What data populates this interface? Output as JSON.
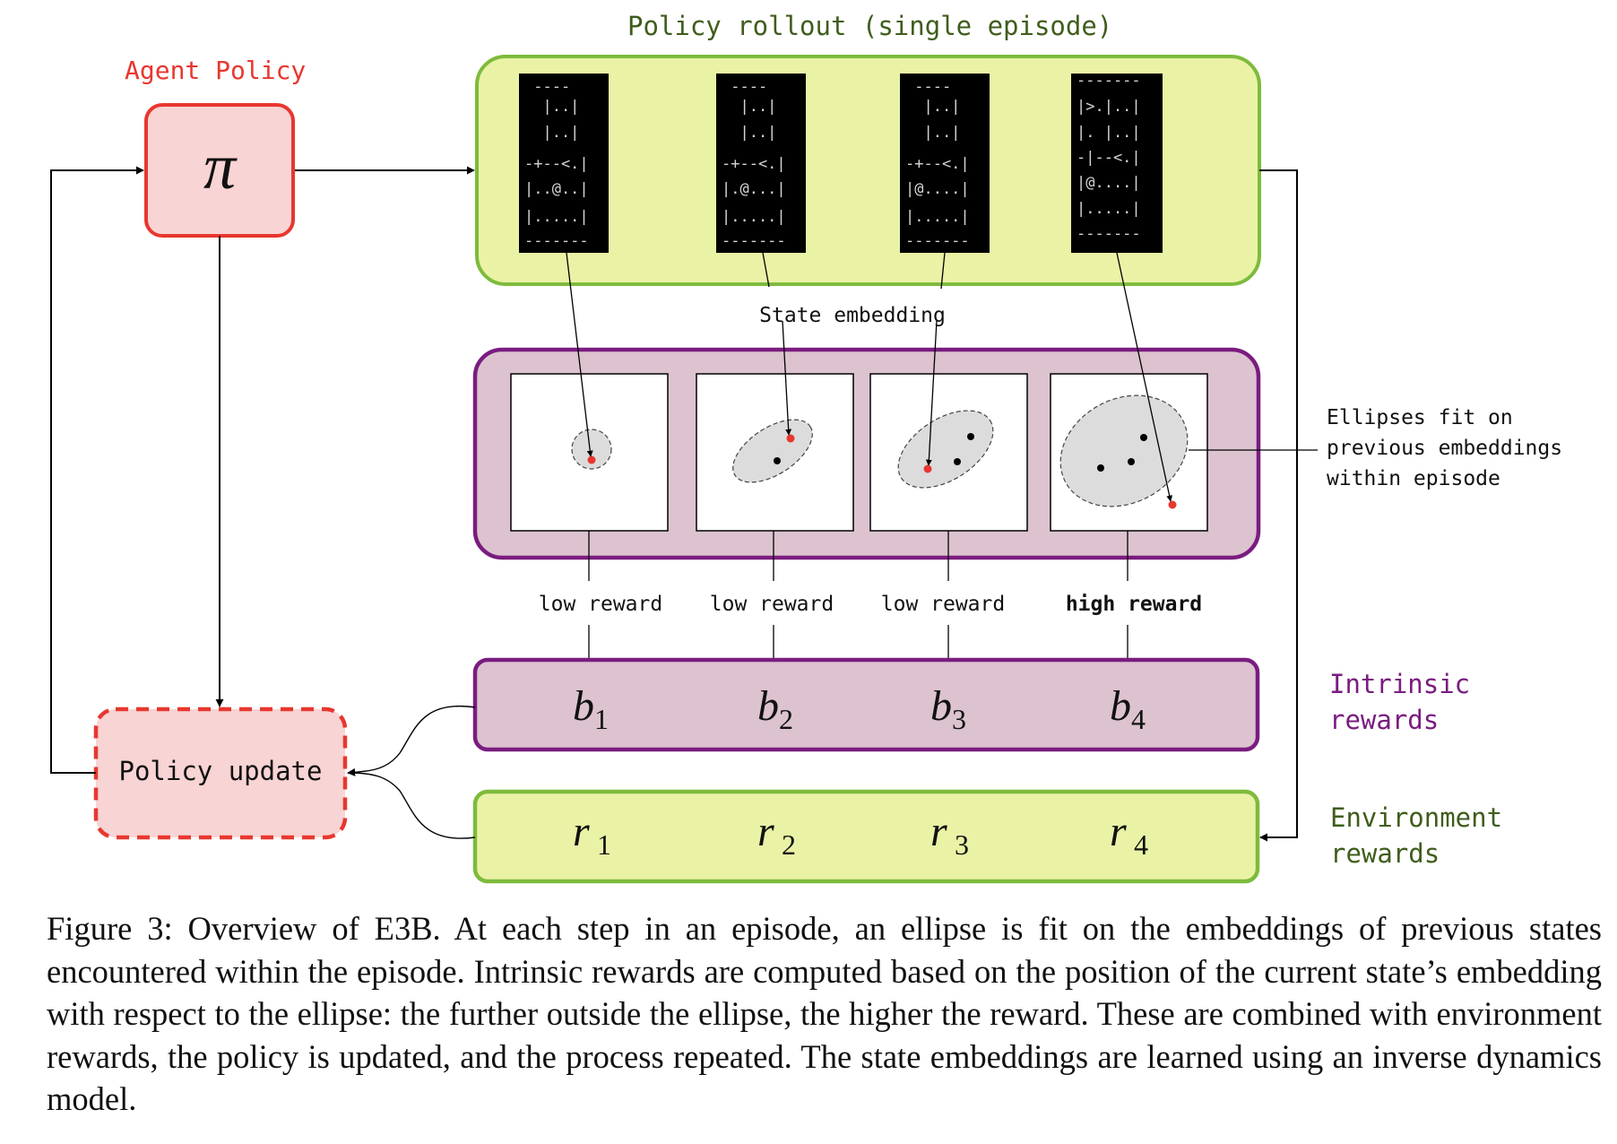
{
  "labels": {
    "agent_policy": "Agent Policy",
    "pi_symbol": "π",
    "policy_rollout": "Policy rollout (single episode)",
    "state_embedding": "State embedding",
    "ellipses_note": [
      "Ellipses fit on",
      "previous embeddings",
      "within episode"
    ],
    "intrinsic_rewards": [
      "Intrinsic",
      "rewards"
    ],
    "environment_rewards": [
      "Environment",
      "rewards"
    ],
    "policy_update": "Policy update"
  },
  "reward_labels": [
    "low reward",
    "low reward",
    "low reward",
    "high reward"
  ],
  "intrinsic_terms": [
    {
      "var": "b",
      "sub": "1"
    },
    {
      "var": "b",
      "sub": "2"
    },
    {
      "var": "b",
      "sub": "3"
    },
    {
      "var": "b",
      "sub": "4"
    }
  ],
  "environment_terms": [
    {
      "var": "r",
      "sub": "1"
    },
    {
      "var": "r",
      "sub": "2"
    },
    {
      "var": "r",
      "sub": "3"
    },
    {
      "var": "r",
      "sub": "4"
    }
  ],
  "game_frames": [
    [
      " ----",
      "  |..|",
      "  |..|",
      "-+--<.|",
      "|..@..|",
      "|.....|",
      "-------"
    ],
    [
      " ----",
      "  |..|",
      "  |..|",
      "-+--<.|",
      "|.@...|",
      "|.....|",
      "-------"
    ],
    [
      " ----",
      "  |..|",
      "  |..|",
      "-+--<.|",
      "|@....|",
      "|.....|",
      "-------"
    ],
    [
      "-------",
      "|>.|..|",
      "|. |..|",
      "-|--<.|",
      "|@....|",
      "|.....|",
      "-------"
    ]
  ],
  "caption": "Figure 3: Overview of E3B. At each step in an episode, an ellipse is fit on the embeddings of previous states encountered within the episode. Intrinsic rewards are computed based on the position of the current state’s embedding with respect to the ellipse: the further outside the ellipse, the higher the reward. These are combined with environment rewards, the policy is updated, and the process repeated. The state embeddings are learned using an inverse dynamics model.",
  "colors": {
    "red_border": "#e8372f",
    "red_fill": "#f8d4d4",
    "green_border": "#7dbb3c",
    "green_fill": "#eaf2a6",
    "purple_border": "#7a1c80",
    "purple_fill": "#dcc3cf",
    "embedding_dot_current": "#e8372f",
    "ellipse_fill": "#dcdcdc"
  }
}
